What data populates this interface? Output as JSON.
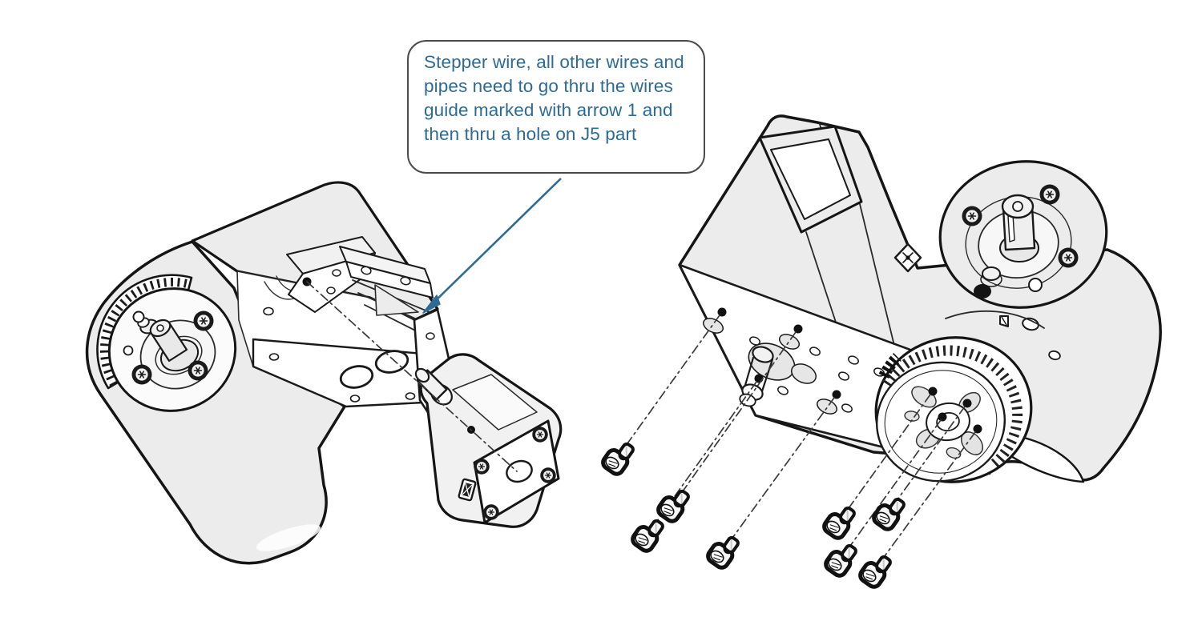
{
  "callout": {
    "text": "Stepper wire, all other wires and pipes need to go thru the wires guide marked with arrow 1 and then thru a hole on J5 part"
  },
  "figure": {
    "type": "exploded-assembly-diagram",
    "views": [
      {
        "name": "j5-housing-with-stepper-motor-exploded"
      },
      {
        "name": "j5-assembled-joint-with-mounting-screws-exploded"
      }
    ],
    "visible_screw_count": 8
  },
  "colors": {
    "callout_text": "#2d6b94",
    "callout_border": "#4c4c4c",
    "arrow": "#2d6b94",
    "line_art": "#1a1a1a",
    "part_fill": "#ececec",
    "background": "#ffffff"
  }
}
